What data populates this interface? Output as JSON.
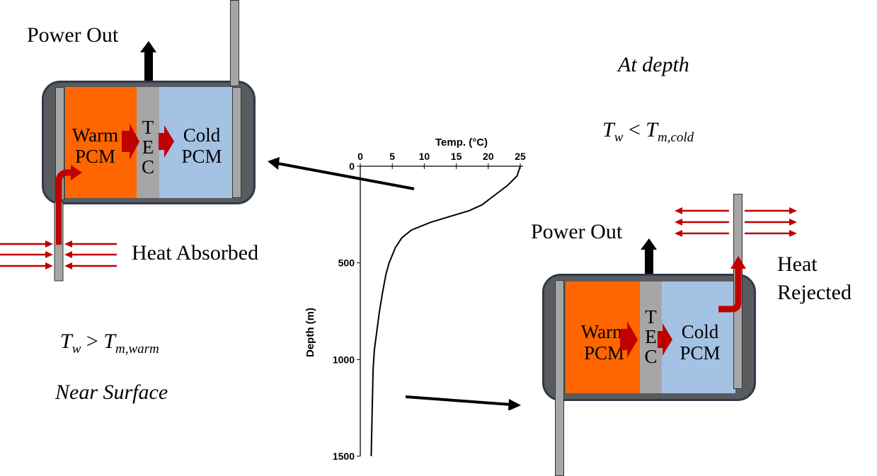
{
  "near_surface": {
    "power_out": "Power Out",
    "warm_pcm": [
      "Warm",
      "PCM"
    ],
    "tec": [
      "T",
      "E",
      "C"
    ],
    "cold_pcm": [
      "Cold",
      "PCM"
    ],
    "heat_label": "Heat Absorbed",
    "condition": {
      "left": "T",
      "left_sub": "w",
      "op": ">",
      "right": "T",
      "right_sub": "m,warm"
    },
    "location": "Near Surface"
  },
  "at_depth": {
    "location": "At depth",
    "condition": {
      "left": "T",
      "left_sub": "w",
      "op": "<",
      "right": "T",
      "right_sub": "m,cold"
    },
    "power_out": "Power Out",
    "warm_pcm": [
      "Warm",
      "PCM"
    ],
    "tec": [
      "T",
      "E",
      "C"
    ],
    "cold_pcm": [
      "Cold",
      "PCM"
    ],
    "heat_label": [
      "Heat",
      "Rejected"
    ]
  },
  "colors": {
    "warm_pcm": "#ff6600",
    "cold_pcm": "#a4c2e3",
    "tec": "#a6a6a6",
    "frame": "#595b5e",
    "heat_arrows": "#c00000"
  },
  "chart_data": {
    "type": "line",
    "xlabel": "Temp. (°C)",
    "ylabel": "Depth (m)",
    "x_ticks": [
      "0",
      "5",
      "10",
      "15",
      "20",
      "25"
    ],
    "y_ticks": [
      "0",
      "500",
      "1000",
      "1500"
    ],
    "xlim": [
      0,
      25
    ],
    "ylim": [
      0,
      1500
    ],
    "series": [
      {
        "x": [
          25,
          24.5,
          23,
          21,
          19,
          17,
          14,
          11,
          8,
          6.5,
          5.5,
          4.5,
          4,
          3.5,
          3,
          2.6,
          2.2,
          2,
          1.9,
          1.8,
          1.7
        ],
        "y": [
          0,
          50,
          100,
          150,
          200,
          230,
          260,
          290,
          330,
          370,
          420,
          500,
          560,
          650,
          750,
          850,
          950,
          1050,
          1200,
          1350,
          1500
        ]
      }
    ]
  }
}
